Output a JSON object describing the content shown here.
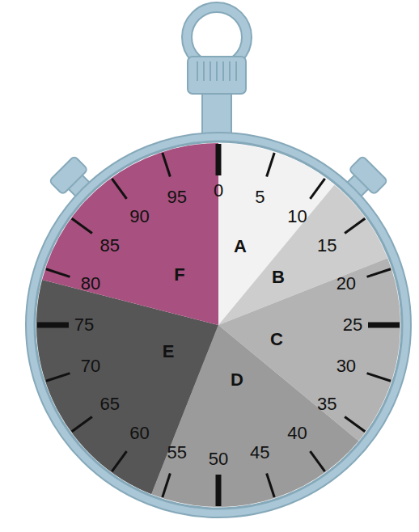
{
  "diagram": {
    "nodes": [
      {
        "text": [
          "A"
        ]
      },
      {
        "text": [
          "B"
        ]
      },
      {
        "text": [
          "C"
        ]
      },
      {
        "text": [
          "D"
        ]
      },
      {
        "text": [
          "E"
        ]
      },
      {
        "text": [
          "F"
        ]
      }
    ],
    "labels": [
      "0",
      "5",
      "10",
      "15",
      "20",
      "25",
      "30",
      "35",
      "40",
      "45",
      "50",
      "55",
      "60",
      "65",
      "70",
      "75",
      "80",
      "85",
      "90",
      "95"
    ]
  }
}
